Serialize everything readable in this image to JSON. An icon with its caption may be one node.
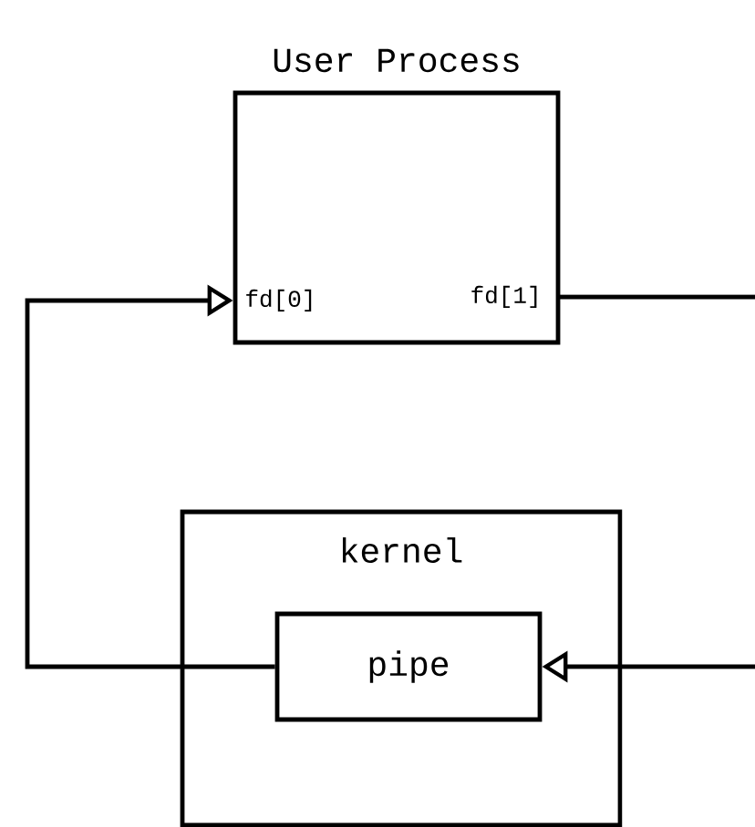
{
  "diagram": {
    "nodes": [
      {
        "text": [
          "User Process"
        ]
      },
      {
        "text": [
          "fd[0]"
        ],
        "in": 0
      },
      {
        "text": [
          "fd[1]"
        ],
        "in": 0
      },
      {
        "text": [
          "kernel"
        ]
      },
      {
        "text": [
          "pipe"
        ],
        "in": 3
      }
    ],
    "edges": [
      {
        "from": 2,
        "to": 4,
        "arrow": "to"
      },
      {
        "from": 4,
        "to": 1,
        "arrow": "to"
      }
    ]
  }
}
